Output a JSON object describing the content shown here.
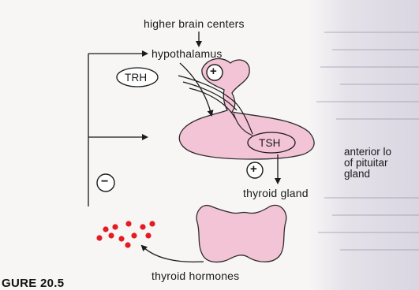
{
  "labels": {
    "higher_brain_centers": "higher brain centers",
    "hypothalamus": "hypothalamus",
    "trh": "TRH",
    "tsh": "TSH",
    "anterior_lobe": [
      "anterior lo",
      "of pituitar",
      "gland"
    ],
    "thyroid_gland": "thyroid gland",
    "thyroid_hormones": "thyroid hormones",
    "plus_sign": "+",
    "minus_sign": "−"
  },
  "caption": "GURE 20.5",
  "colors": {
    "tissue_fill": "#f3c3d6",
    "tissue_stroke": "#2b2b2b",
    "hormone_dots": "#e51b24",
    "line": "#1a1a1a"
  }
}
